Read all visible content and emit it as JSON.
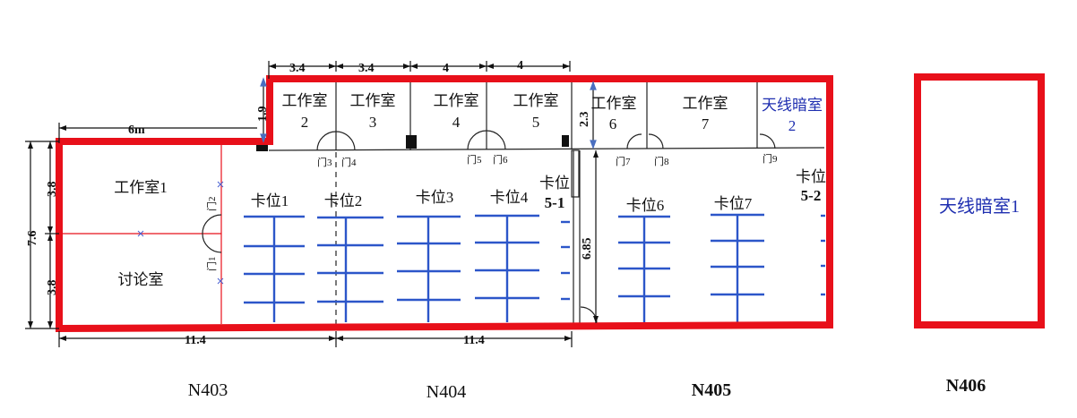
{
  "rooms": {
    "studio1": "工作室1",
    "discussion": "讨论室",
    "studio": "工作室",
    "n2": "2",
    "n3": "3",
    "n4": "4",
    "n5": "5",
    "n6": "6",
    "n7": "7",
    "antenna2": "天线暗室",
    "antenna2_num": "2",
    "antenna1": "天线暗室1"
  },
  "stations": {
    "s1": "卡位1",
    "s2": "卡位2",
    "s3": "卡位3",
    "s4": "卡位4",
    "s51_a": "卡位",
    "s51_b": "5-1",
    "s6": "卡位6",
    "s7": "卡位7",
    "s52_a": "卡位",
    "s52_b": "5-2"
  },
  "doors": {
    "d1": "门1",
    "d2": "门2",
    "d3": "门3",
    "d4": "门4",
    "d5": "门5",
    "d6": "门6",
    "d7": "门7",
    "d8": "门8",
    "d9": "门9"
  },
  "dimensions": {
    "top1": "3.4",
    "top2": "3.4",
    "top3": "4",
    "top4": "4",
    "h19": "1.9",
    "h23": "2.3",
    "w6m": "6m",
    "v38a": "3.8",
    "v38b": "3.8",
    "v76": "7.6",
    "h685": "6.85",
    "b114a": "11.4",
    "b114b": "11.4"
  },
  "areas": {
    "n403": "N403",
    "n404": "N404",
    "n405": "N405",
    "n406": "N406"
  },
  "colors": {
    "outline": "#e8101a",
    "desk": "#2c56c9",
    "wall": "#222222",
    "antenna_text": "#1f2fb0"
  }
}
